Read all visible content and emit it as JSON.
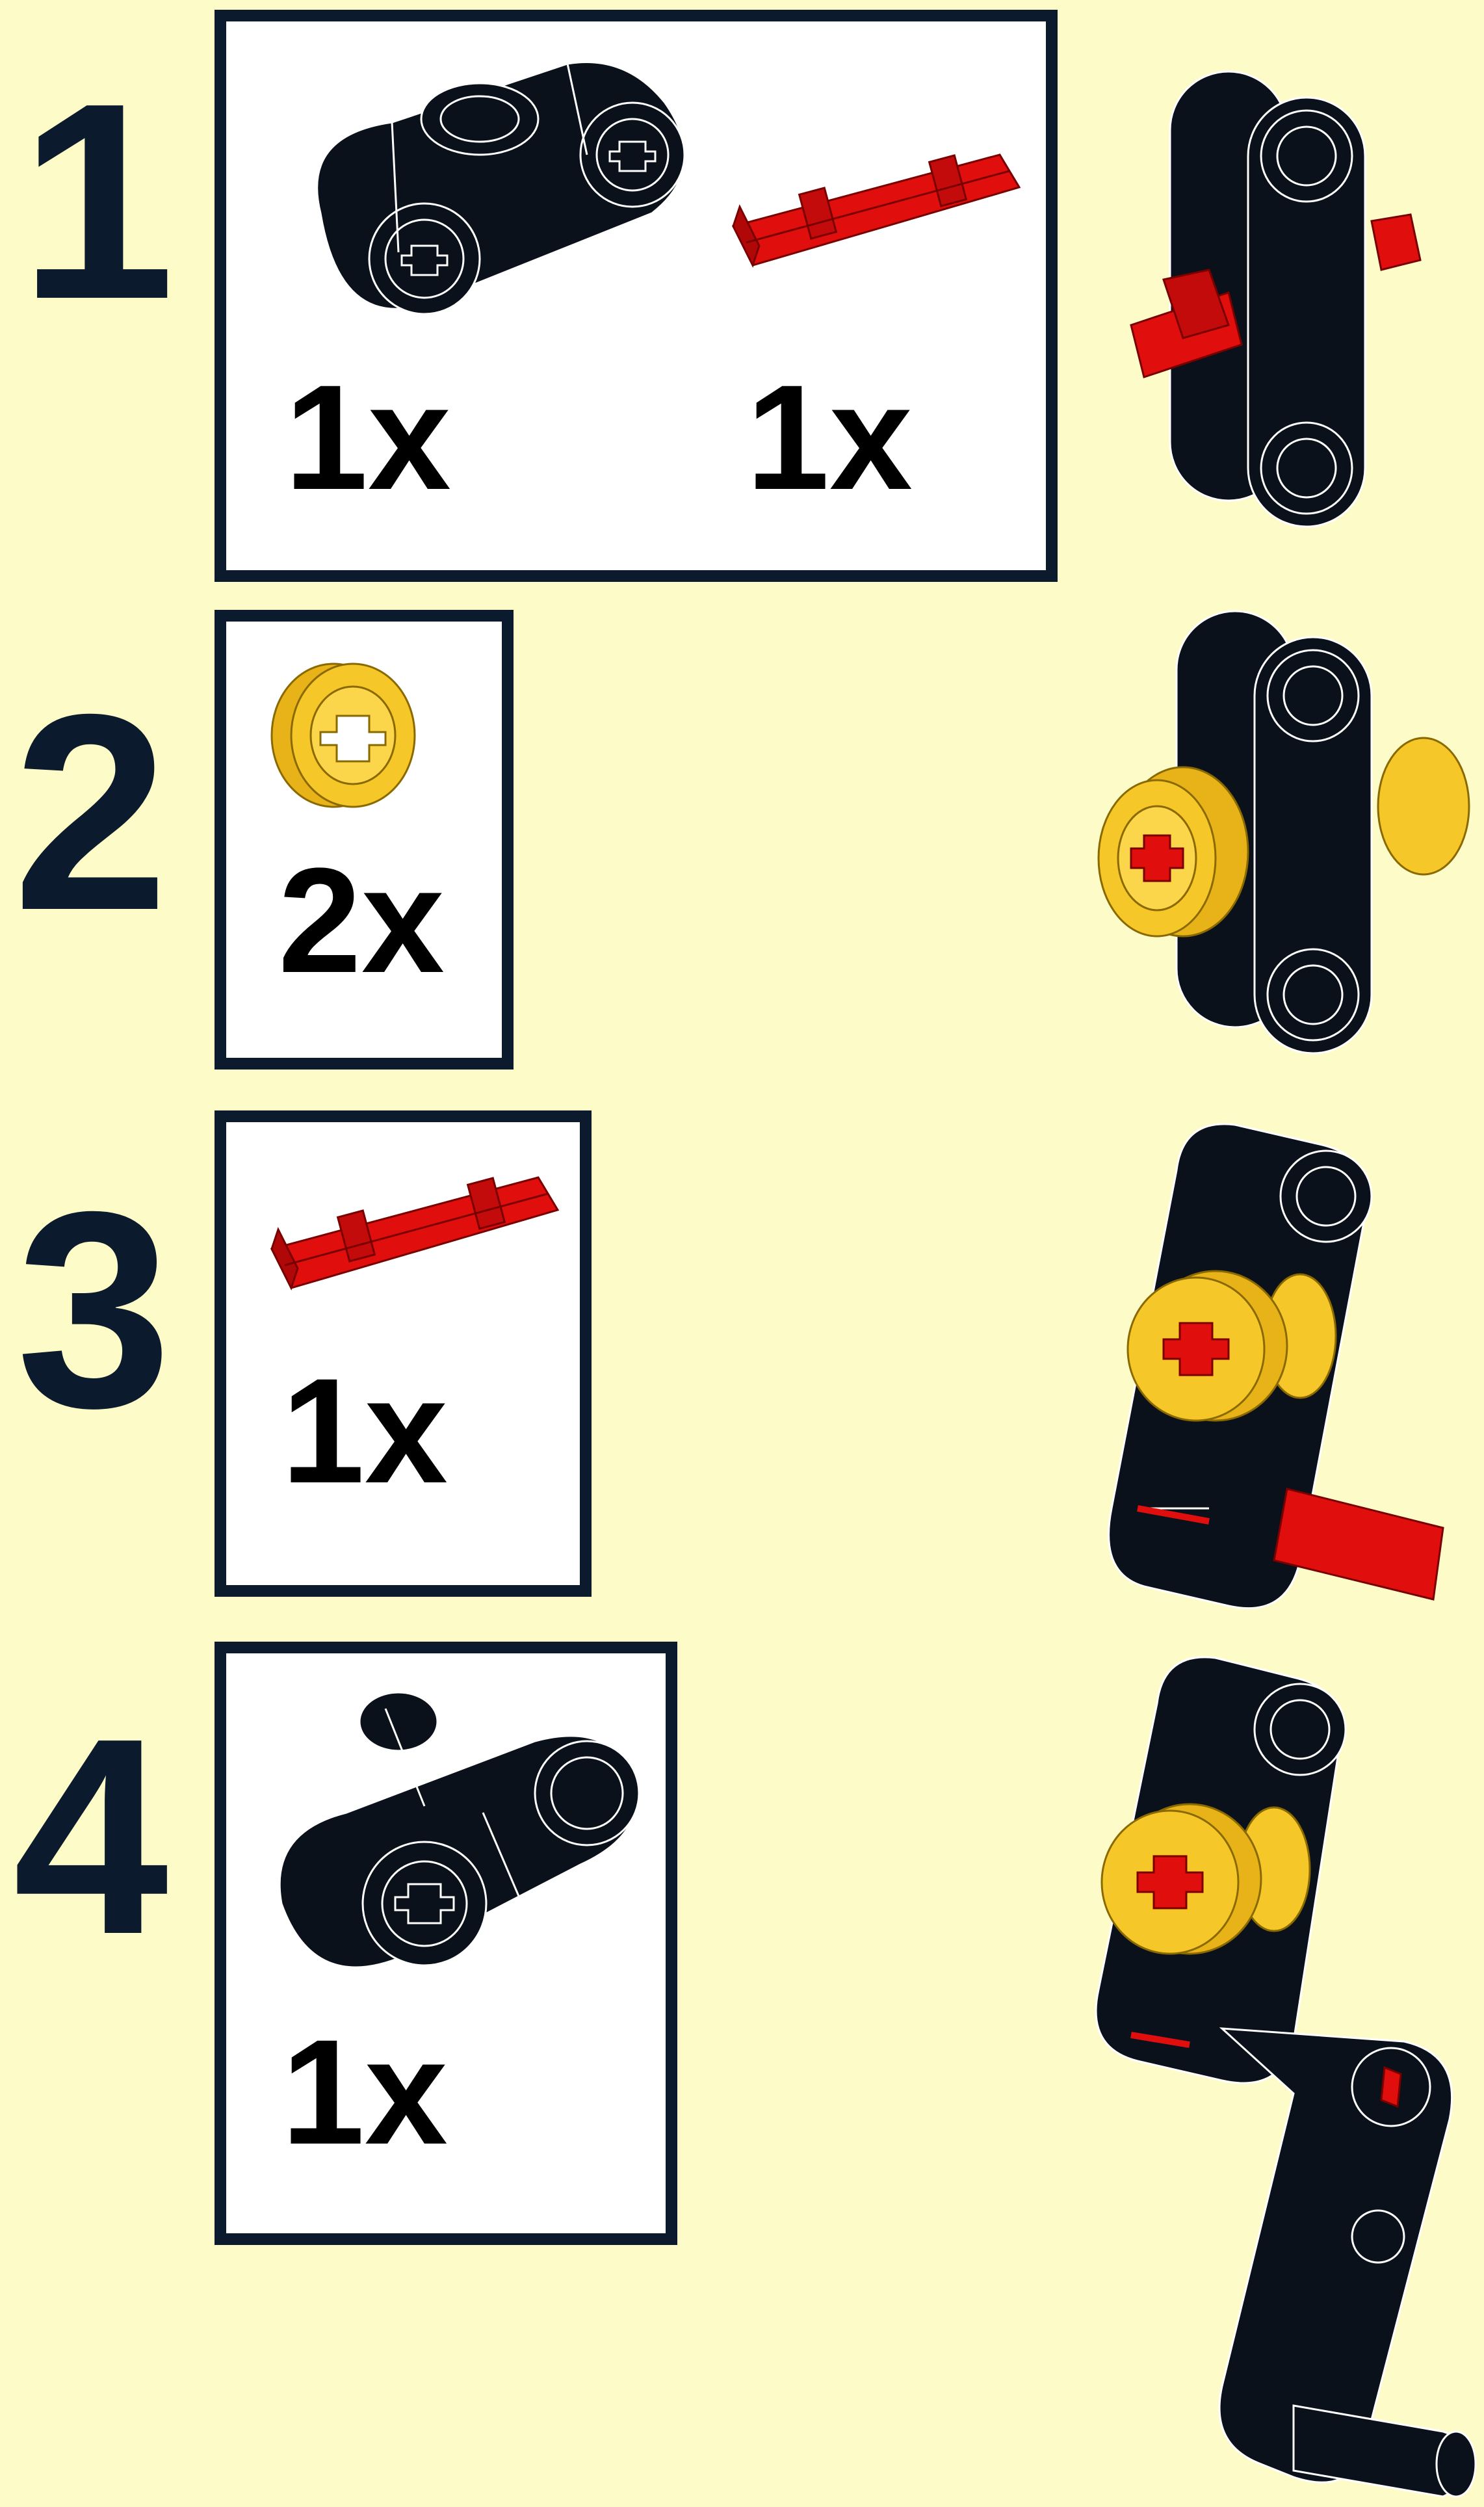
{
  "colors": {
    "background": "#fdfbc8",
    "frame": "#0c1a2e",
    "black_part": "#0b111a",
    "red_part": "#e10e0e",
    "yellow_part": "#f6c729"
  },
  "steps": [
    {
      "number": "1",
      "parts": [
        {
          "icon": "black-cross-block-icon",
          "quantity": "1x"
        },
        {
          "icon": "red-axle-icon",
          "quantity": "1x"
        }
      ]
    },
    {
      "number": "2",
      "parts": [
        {
          "icon": "yellow-bush-icon",
          "quantity": "2x"
        }
      ]
    },
    {
      "number": "3",
      "parts": [
        {
          "icon": "red-axle-icon",
          "quantity": "1x"
        }
      ]
    },
    {
      "number": "4",
      "parts": [
        {
          "icon": "black-pin-connector-icon",
          "quantity": "1x"
        }
      ]
    }
  ]
}
